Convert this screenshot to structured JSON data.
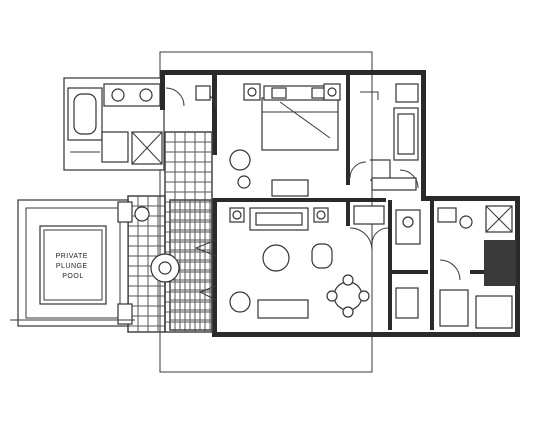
{
  "plan": {
    "pool_label_lines": [
      "PRIVATE",
      "PLUNGE",
      "POOL"
    ]
  }
}
